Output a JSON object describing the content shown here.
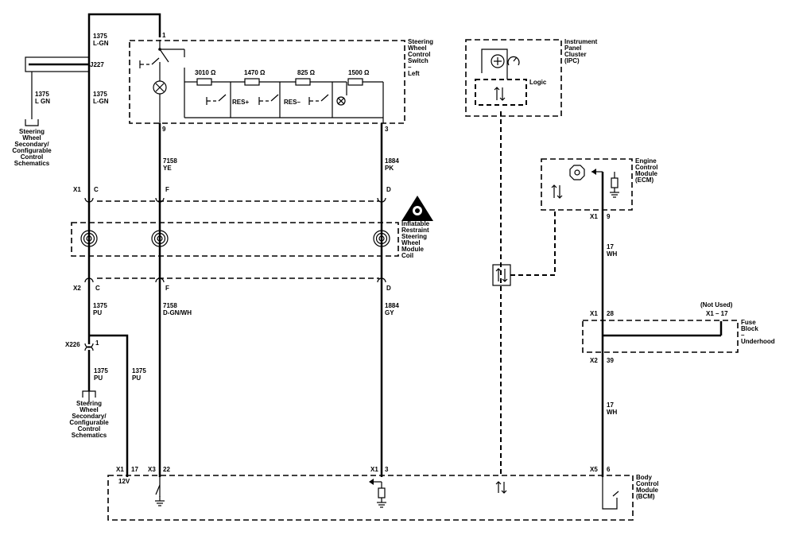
{
  "wires": {
    "w1375_lgn": {
      "circuit": "1375",
      "color": "L-GN"
    },
    "w1375_lgn_branch": {
      "circuit": "1375",
      "color": "L GN"
    },
    "w1375_lgn_lower": {
      "circuit": "1375",
      "color": "L-GN"
    },
    "w7158_ye": {
      "circuit": "7158",
      "color": "YE"
    },
    "w1884_pk": {
      "circuit": "1884",
      "color": "PK"
    },
    "w1375_pu_a": {
      "circuit": "1375",
      "color": "PU"
    },
    "w7158_dgnwh": {
      "circuit": "7158",
      "color": "D-GN/WH"
    },
    "w1884_gy": {
      "circuit": "1884",
      "color": "GY"
    },
    "w1375_pu_b": {
      "circuit": "1375",
      "color": "PU"
    },
    "w1375_pu_c": {
      "circuit": "1375",
      "color": "PU"
    },
    "w17_wh_a": {
      "circuit": "17",
      "color": "WH"
    },
    "w17_wh_b": {
      "circuit": "17",
      "color": "WH"
    }
  },
  "components": {
    "swc_switch": "Steering Wheel Control Switch – Left",
    "ipc": "Instrument Panel Cluster (IPC)",
    "logic": "Logic",
    "ecm": "Engine Control Module (ECM)",
    "coil": "Inflatable Restraint Steering Wheel Module Coil",
    "fuse_block": "Fuse Block – Underhood",
    "bcm": "Body Control Module (BCM)",
    "steering_ref": "Steering Wheel Secondary/ Configurable Control Schematics",
    "not_used": "(Not Used)"
  },
  "resistors": [
    "3010 Ω",
    "1470 Ω",
    "825 Ω",
    "1500 Ω"
  ],
  "switches": [
    "RES+",
    "RES–"
  ],
  "connectors": {
    "j227": "J227",
    "x226": "X226",
    "x1": "X1",
    "x2": "X2",
    "x3": "X3",
    "x5": "X5"
  },
  "pins": {
    "swc_1": "1",
    "swc_9": "9",
    "swc_3": "3",
    "c": "C",
    "f": "F",
    "d": "D",
    "x226_1": "1",
    "bcm_17": "17",
    "bcm_22": "22",
    "bcm_3": "3",
    "bcm_6": "6",
    "ecm_9": "9",
    "fuse_28": "28",
    "fuse_39": "39",
    "fuse_x1_17": "X1 – 17"
  },
  "voltage_label": "12V"
}
